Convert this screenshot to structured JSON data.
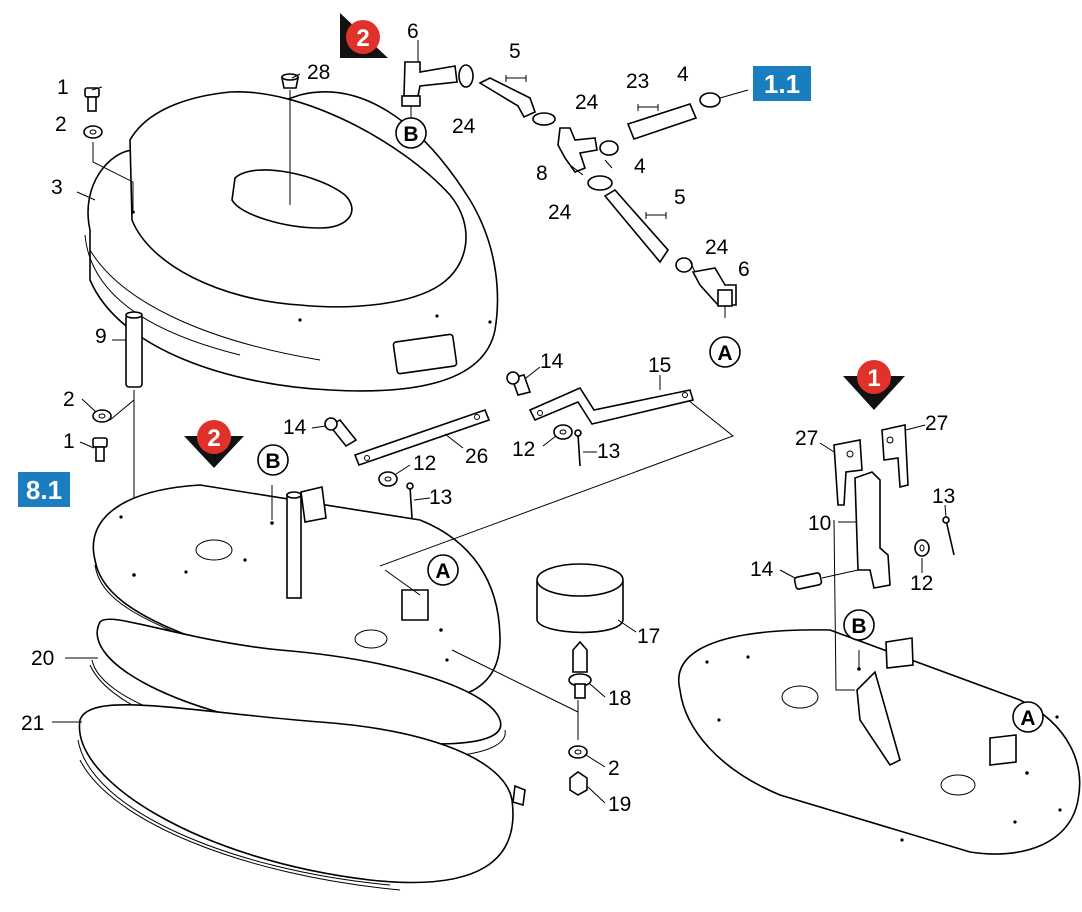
{
  "colors": {
    "badge_blue": "#1a7dbf",
    "marker_red": "#e0312b",
    "marker_black": "#111111"
  },
  "references": {
    "ref_1_1": "1.1",
    "ref_8_1": "8.1"
  },
  "markers": {
    "marker_top": "2",
    "marker_left": "2",
    "marker_right": "1"
  },
  "connectors": {
    "a": "A",
    "b": "B"
  },
  "part_numbers": {
    "p1_top": "1",
    "p2_top": "2",
    "p3": "3",
    "p28": "28",
    "p6_top": "6",
    "p5_top": "5",
    "p24_a": "24",
    "p24_b": "24",
    "p23": "23",
    "p4_a": "4",
    "p8": "8",
    "p4_b": "4",
    "p24_c": "24",
    "p5_b": "5",
    "p24_d": "24",
    "p6_b": "6",
    "p9": "9",
    "p2_mid": "2",
    "p1_mid": "1",
    "p14_a": "14",
    "p26": "26",
    "p12_a": "12",
    "p13_a": "13",
    "p14_b": "14",
    "p15": "15",
    "p12_b": "12",
    "p13_b": "13",
    "p20": "20",
    "p21": "21",
    "p17": "17",
    "p18": "18",
    "p2_low": "2",
    "p19": "19",
    "p27_l": "27",
    "p27_r": "27",
    "p10": "10",
    "p13_c": "13",
    "p14_c": "14",
    "p12_c": "12"
  }
}
